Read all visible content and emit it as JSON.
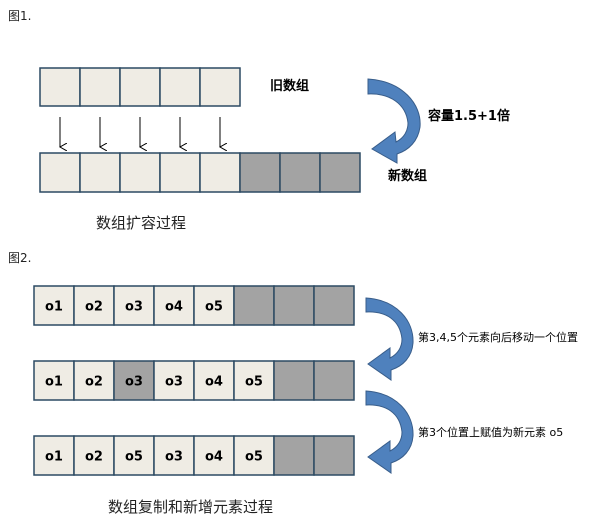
{
  "figure1": {
    "label": "图1.",
    "old_array_label": "旧数组",
    "new_array_label": "新数组",
    "capacity_label": "容量1.5+1倍",
    "caption": "数组扩容过程",
    "old_array": [
      "",
      "",
      "",
      "",
      ""
    ],
    "new_array": [
      {
        "text": "",
        "state": "empty"
      },
      {
        "text": "",
        "state": "empty"
      },
      {
        "text": "",
        "state": "empty"
      },
      {
        "text": "",
        "state": "empty"
      },
      {
        "text": "",
        "state": "empty"
      },
      {
        "text": "",
        "state": "new"
      },
      {
        "text": "",
        "state": "new"
      },
      {
        "text": "",
        "state": "new"
      }
    ]
  },
  "figure2": {
    "label": "图2.",
    "caption": "数组复制和新增元素过程",
    "step1_note": "第3,4,5个元素向后移动一个位置",
    "step2_note": "第3个位置上赋值为新元素 o5",
    "rows": [
      [
        {
          "text": "o1",
          "state": "empty"
        },
        {
          "text": "o2",
          "state": "empty"
        },
        {
          "text": "o3",
          "state": "empty"
        },
        {
          "text": "o4",
          "state": "empty"
        },
        {
          "text": "o5",
          "state": "empty"
        },
        {
          "text": "",
          "state": "new"
        },
        {
          "text": "",
          "state": "new"
        },
        {
          "text": "",
          "state": "new"
        }
      ],
      [
        {
          "text": "o1",
          "state": "empty"
        },
        {
          "text": "o2",
          "state": "empty"
        },
        {
          "text": "o3",
          "state": "hi"
        },
        {
          "text": "o3",
          "state": "empty"
        },
        {
          "text": "o4",
          "state": "empty"
        },
        {
          "text": "o5",
          "state": "empty"
        },
        {
          "text": "",
          "state": "new"
        },
        {
          "text": "",
          "state": "new"
        }
      ],
      [
        {
          "text": "o1",
          "state": "empty"
        },
        {
          "text": "o2",
          "state": "empty"
        },
        {
          "text": "o5",
          "state": "empty"
        },
        {
          "text": "o3",
          "state": "empty"
        },
        {
          "text": "o4",
          "state": "empty"
        },
        {
          "text": "o5",
          "state": "empty"
        },
        {
          "text": "",
          "state": "new"
        },
        {
          "text": "",
          "state": "new"
        }
      ]
    ]
  },
  "colors": {
    "cell_fill": "#efece4",
    "cell_new_fill": "#a3a3a3",
    "cell_border": "#2c4a63",
    "curve_arrow": "#4f81bd"
  },
  "icons": {
    "down_arrow": "thin-down-arrow-icon",
    "curved_arrow": "curved-blue-arrow-icon"
  }
}
